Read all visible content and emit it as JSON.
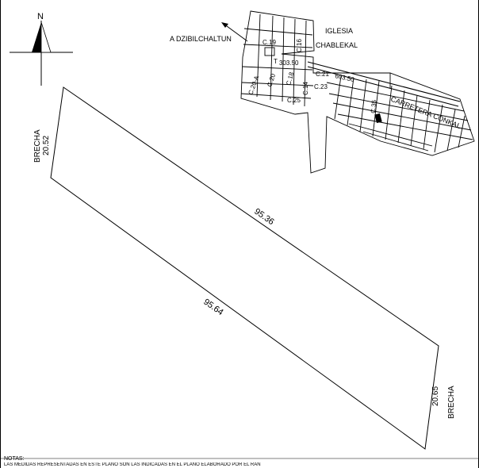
{
  "north_arrow": {
    "label": "N"
  },
  "location_map": {
    "labels": {
      "iglesia": "IGLESIA",
      "chablekal": "CHABLEKAL",
      "dzibilchaltun": "A DZIBILCHALTUN",
      "carretera": "CARRETERA CONKAL",
      "dist_1": "303.50",
      "dist_2": "603.50",
      "c19": "C.19",
      "c16": "C.16",
      "c20a": "C.20-A",
      "c20": "C.20",
      "c18": "C.18",
      "c21": "C.21",
      "c23": "C.23",
      "c14": "C.14",
      "c25": "C.25",
      "c35": "C.35",
      "t": "T"
    }
  },
  "parcel": {
    "left_side": {
      "road": "BRECHA",
      "length": "20.52"
    },
    "right_side": {
      "road": "BRECHA",
      "length": "20.65"
    },
    "top_side": {
      "length": "95.36"
    },
    "bottom_side": {
      "length": "95.64"
    }
  },
  "notes": {
    "title": "NOTAS:",
    "text": "LAS MEDIDAS REPRESENTADAS EN ESTE PLANO SON LAS INDICADAS EN EL PLANO ELABORADO POR EL RAN"
  }
}
